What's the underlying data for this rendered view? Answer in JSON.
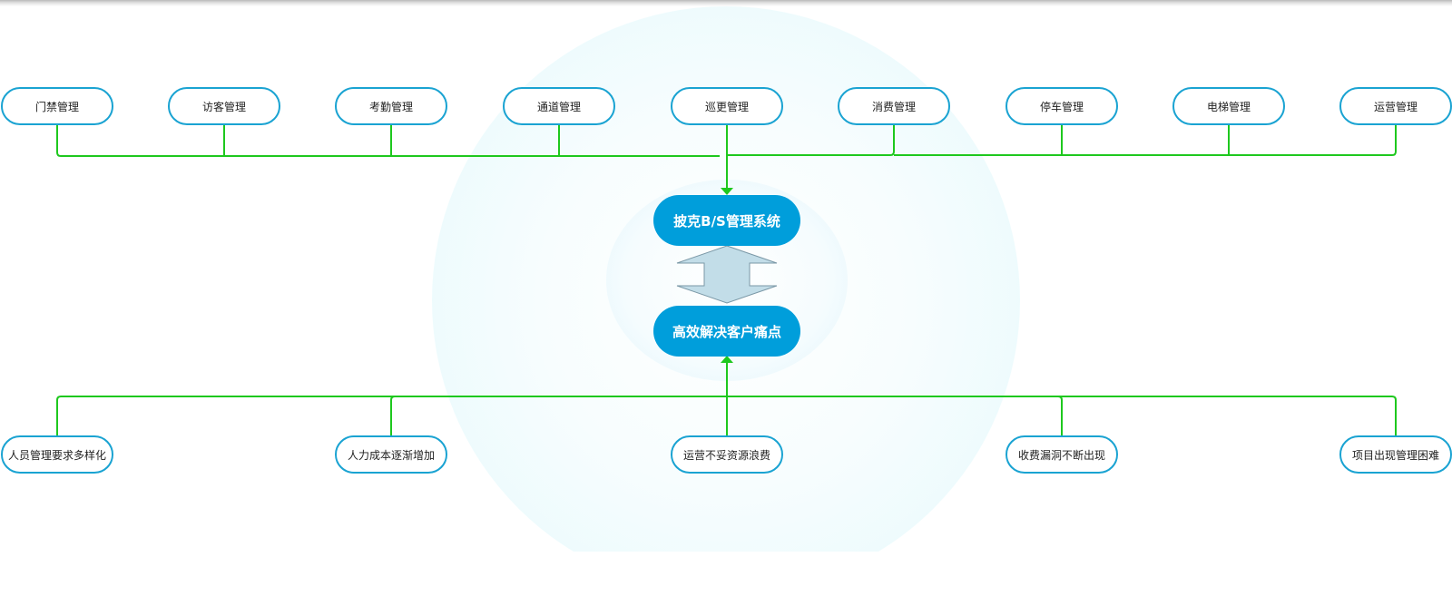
{
  "colors": {
    "pill_border": "#1aa3d2",
    "core_fill": "#009edb",
    "connector": "#1ec81e",
    "double_arrow_fill": "#c2dde8"
  },
  "top_modules": [
    {
      "label": "门禁管理"
    },
    {
      "label": "访客管理"
    },
    {
      "label": "考勤管理"
    },
    {
      "label": "通道管理"
    },
    {
      "label": "巡更管理"
    },
    {
      "label": "消费管理"
    },
    {
      "label": "停车管理"
    },
    {
      "label": "电梯管理"
    },
    {
      "label": "运营管理"
    }
  ],
  "core": {
    "system": "披克B/S管理系统",
    "solution": "高效解决客户痛点"
  },
  "pain_points": [
    {
      "label": "人员管理要求多样化"
    },
    {
      "label": "人力成本逐渐增加"
    },
    {
      "label": "运营不妥资源浪费"
    },
    {
      "label": "收费漏洞不断出现"
    },
    {
      "label": "项目出现管理困难"
    }
  ]
}
